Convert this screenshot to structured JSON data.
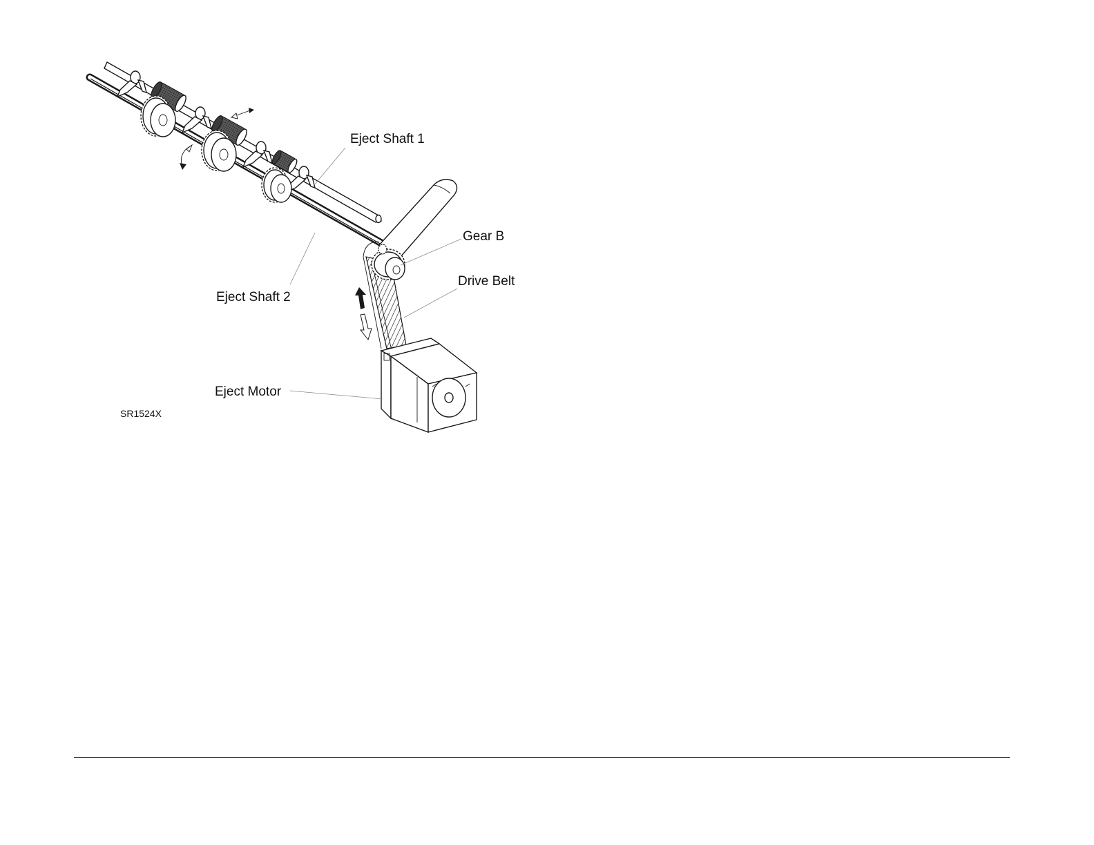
{
  "figure": {
    "code": "SR1524X",
    "labels": {
      "eject_shaft_1": "Eject Shaft 1",
      "eject_shaft_2": "Eject Shaft 2",
      "gear_b": "Gear B",
      "drive_belt": "Drive Belt",
      "eject_motor": "Eject Motor"
    }
  },
  "colors": {
    "ink": "#1a1a1a",
    "leader": "#8a8a8a",
    "background": "#ffffff"
  }
}
